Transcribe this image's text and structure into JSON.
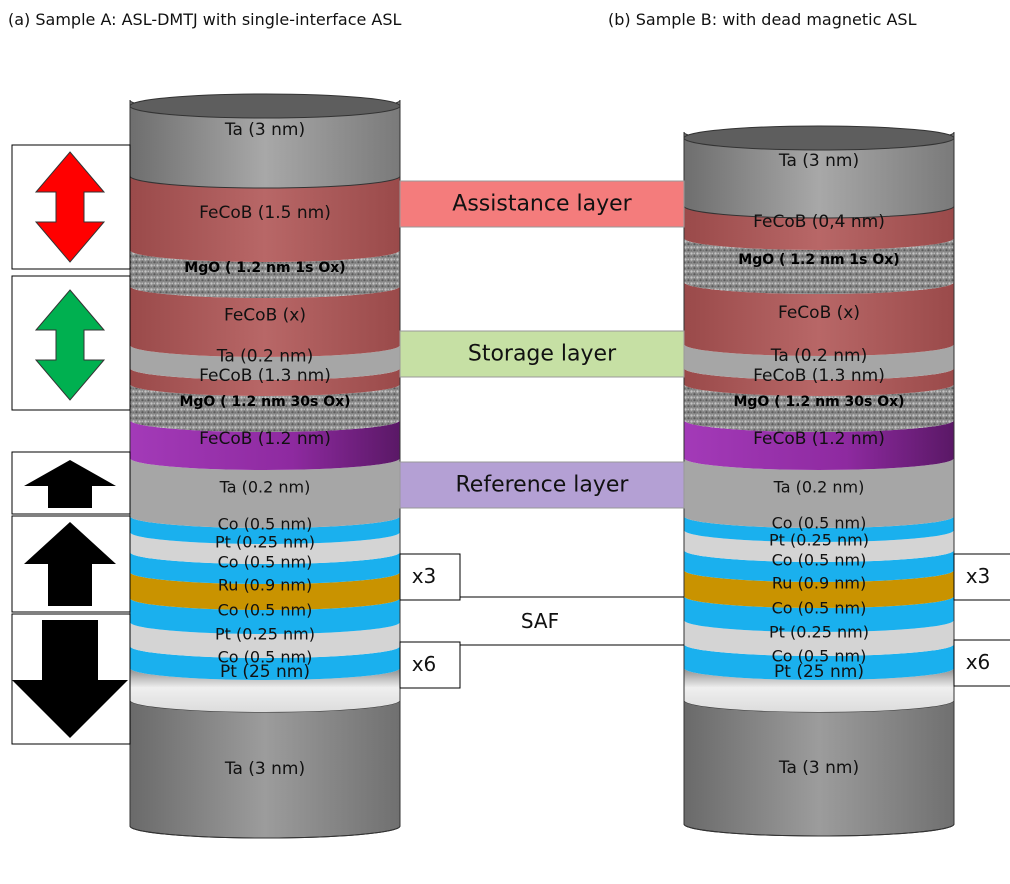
{
  "titles": {
    "a": "(a) Sample A: ASL-DMTJ with single-interface ASL",
    "b": "(b) Sample B: with dead magnetic ASL"
  },
  "colors": {
    "ta": "#a6a6a6",
    "fecob": "#b05a5a",
    "mgo": "#8a8a8a",
    "ref_fecob": "#8a2c9a",
    "co": "#1ab0ee",
    "pt_thin": "#d4d4d4",
    "ru": "#c99300",
    "pt_thick": "#d8d8d8",
    "arrow_assist": "#ff0000",
    "arrow_storage": "#00b050",
    "arrow_fixed": "#000000",
    "label_assist_bg": "#f47c7c",
    "label_storage_bg": "#c6e0a4",
    "label_reference_bg": "#b4a0d4"
  },
  "sample_a": {
    "layers": [
      "Ta (3 nm)",
      "FeCoB (1.5 nm)",
      "MgO ( 1.2 nm 1s Ox)",
      "FeCoB (x)",
      "Ta (0.2 nm)",
      "FeCoB (1.3 nm)",
      "MgO ( 1.2 nm 30s Ox)",
      "FeCoB (1.2 nm)",
      "Ta (0.2 nm)",
      "Co (0.5 nm)",
      "Pt (0.25 nm)",
      "Co (0.5 nm)",
      "Ru (0.9 nm)",
      "Co (0.5 nm)",
      "Pt (0.25 nm)",
      "Co (0.5 nm)",
      "Pt (25 nm)",
      "Ta (3 nm)"
    ],
    "repeat_upper": "x3",
    "repeat_lower": "x6"
  },
  "sample_b": {
    "layers": [
      "Ta (3 nm)",
      "FeCoB (0,4 nm)",
      "MgO ( 1.2 nm 1s Ox)",
      "FeCoB (x)",
      "Ta (0.2 nm)",
      "FeCoB (1.3 nm)",
      "MgO ( 1.2 nm 30s Ox)",
      "FeCoB (1.2 nm)",
      "Ta (0.2 nm)",
      "Co (0.5 nm)",
      "Pt (0.25 nm)",
      "Co (0.5 nm)",
      "Ru (0.9 nm)",
      "Co (0.5 nm)",
      "Pt (0.25 nm)",
      "Co (0.5 nm)",
      "Pt (25 nm)",
      "Ta (3 nm)"
    ],
    "repeat_upper": "x3",
    "repeat_lower": "x6"
  },
  "labels": {
    "assistance": "Assistance layer",
    "storage": "Storage layer",
    "reference": "Reference layer",
    "saf": "SAF"
  },
  "icons": [
    "double-arrow-red-icon",
    "double-arrow-green-icon",
    "arrow-up-icon",
    "arrow-up-icon",
    "arrow-down-icon"
  ]
}
